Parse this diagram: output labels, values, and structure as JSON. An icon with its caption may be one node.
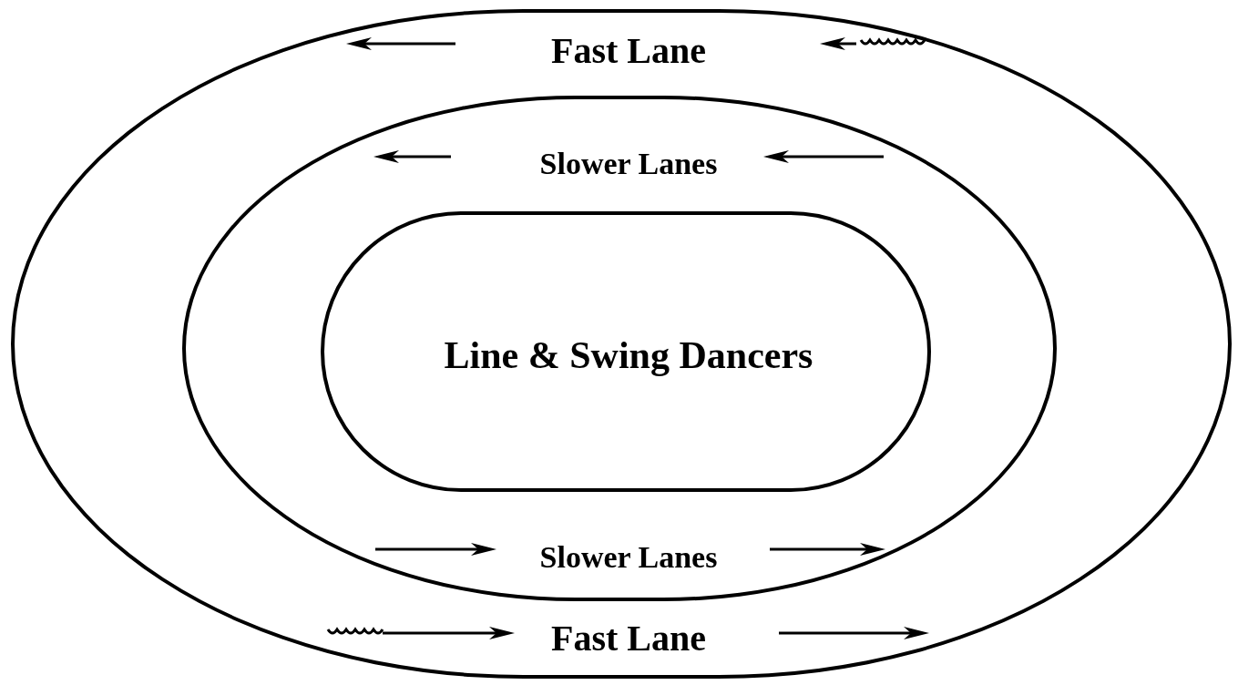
{
  "diagram": {
    "nodes": [
      {
        "text": [
          "Fast Lane",
          "Fast Lane"
        ]
      },
      {
        "text": [
          "Slower Lanes",
          "Slower Lanes"
        ],
        "in": 0
      },
      {
        "text": [
          "Line & Swing Dancers"
        ],
        "in": 1
      }
    ]
  }
}
